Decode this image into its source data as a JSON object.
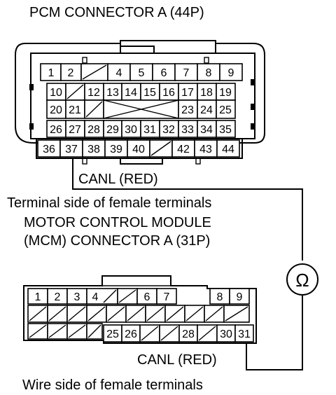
{
  "pcm": {
    "title": "PCM CONNECTOR A (44P)",
    "wire_label": "CANL (RED)",
    "side_label": "Terminal side of female terminals",
    "rows": [
      [
        "1",
        "2",
        "",
        "4",
        "5",
        "6",
        "7",
        "8",
        "9"
      ],
      [
        "10",
        "",
        "12",
        "13",
        "14",
        "15",
        "16",
        "17",
        "18",
        "19"
      ],
      [
        "20",
        "21",
        "",
        "23",
        "24",
        "25"
      ],
      [
        "26",
        "27",
        "28",
        "29",
        "30",
        "31",
        "32",
        "33",
        "34",
        "35"
      ],
      [
        "36",
        "37",
        "38",
        "39",
        "40",
        "",
        "42",
        "43",
        "44"
      ]
    ]
  },
  "mcm": {
    "title_line1": "MOTOR CONTROL MODULE",
    "title_line2": "(MCM) CONNECTOR A (31P)",
    "wire_label": "CANL (RED)",
    "side_label": "Wire side of female terminals",
    "row1": [
      "1",
      "2",
      "3",
      "4",
      "",
      "6",
      "7",
      "8",
      "9"
    ],
    "row3": [
      "25",
      "26",
      "28",
      "30",
      "31"
    ]
  },
  "meter": {
    "symbol": "Ω",
    "icon": "ohmmeter-icon"
  }
}
